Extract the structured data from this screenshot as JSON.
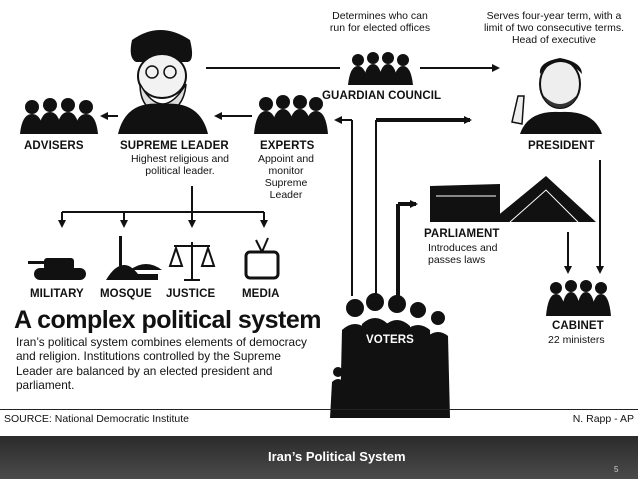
{
  "nodes": {
    "advisers": {
      "label": "ADVISERS"
    },
    "supreme_leader": {
      "label": "SUPREME LEADER",
      "desc": "Highest religious and\npolitical leader."
    },
    "experts": {
      "label": "EXPERTS",
      "desc": "Appoint and\nmonitor\nSupreme\nLeader"
    },
    "guardian_council": {
      "label": "GUARDIAN COUNCIL",
      "desc": "Determines who can\nrun for elected offices"
    },
    "president": {
      "label": "PRESIDENT",
      "desc": "Serves four-year term, with a\nlimit of two consecutive terms.\nHead of executive"
    },
    "parliament": {
      "label": "PARLIAMENT",
      "desc": "Introduces and\npasses laws"
    },
    "cabinet": {
      "label": "CABINET",
      "desc": "22 ministers"
    },
    "voters": {
      "label": "VOTERS"
    },
    "military": {
      "label": "MILITARY"
    },
    "mosque": {
      "label": "MOSQUE"
    },
    "justice": {
      "label": "JUSTICE"
    },
    "media": {
      "label": "MEDIA"
    }
  },
  "headline": "A complex political system",
  "intro": "Iran’s political system combines elements of democracy and religion. Institutions controlled by the Supreme Leader are balanced by an elected president and parliament.",
  "source": "SOURCE: National Democratic Institute",
  "credit": "N. Rapp - AP",
  "slide": {
    "title": "Iran’s Political System",
    "page": "5"
  },
  "colors": {
    "ink": "#111111",
    "panel": "#ffffff",
    "footer": "#3a3a3a",
    "footer_text": "#ffffff"
  }
}
